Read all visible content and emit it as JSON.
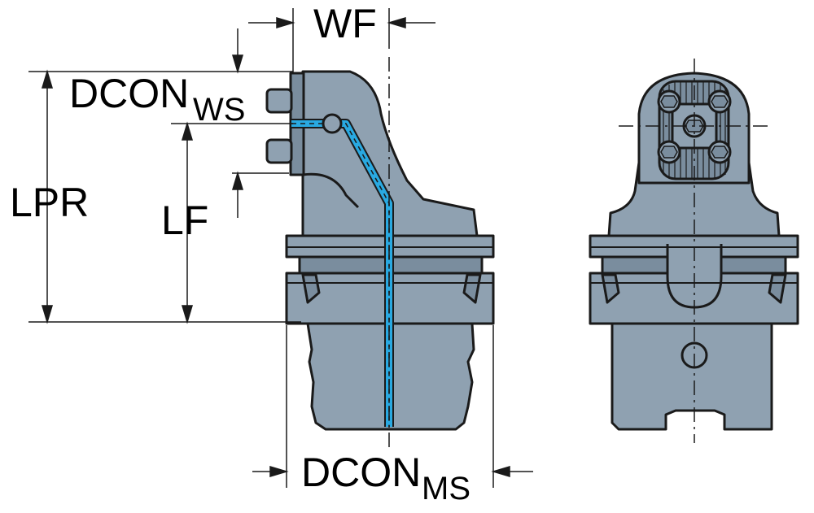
{
  "labels": {
    "wf": "WF",
    "dcon_ws_main": "DCON",
    "dcon_ws_sub": "WS",
    "lpr": "LPR",
    "lf": "LF",
    "dcon_ms_main": "DCON",
    "dcon_ms_sub": "MS"
  },
  "colors": {
    "body": "#8fa1b1",
    "body_dark": "#7a8d9e",
    "outline": "#1a1a1a",
    "coolant": "#29a9e1",
    "background": "#ffffff"
  }
}
